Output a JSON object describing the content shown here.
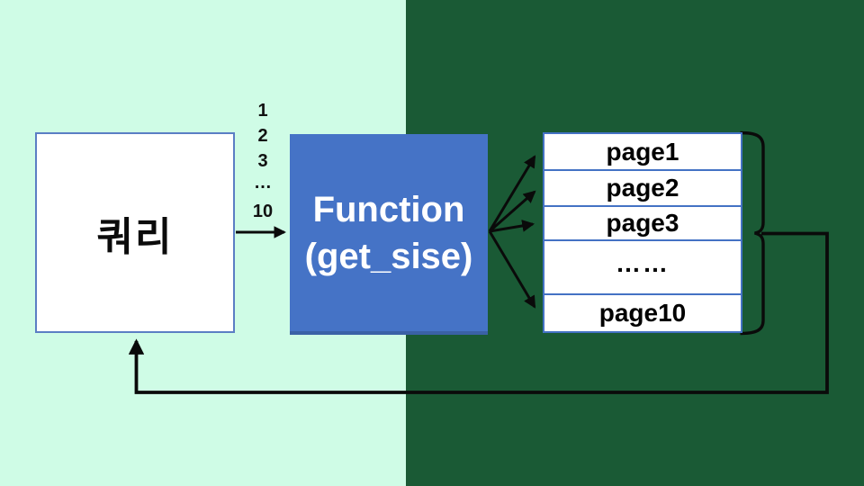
{
  "diagram": {
    "query_box": {
      "label": "쿼리"
    },
    "page_numbers": [
      "1",
      "2",
      "3",
      "…",
      "10"
    ],
    "function_box": {
      "line1": "Function",
      "line2": "(get_sise)"
    },
    "pages_box": {
      "rows": [
        "page1",
        "page2",
        "page3",
        "……",
        "page10"
      ]
    },
    "colors": {
      "mint_background": "#CFFCE6",
      "dark_green_background": "#1A5A35",
      "function_box_blue": "#4573C6",
      "box_border_blue": "#4472C4",
      "arrow_black": "#0A0A0A",
      "function_text_white": "#FFFFFF",
      "label_text_black": "#000000"
    }
  }
}
